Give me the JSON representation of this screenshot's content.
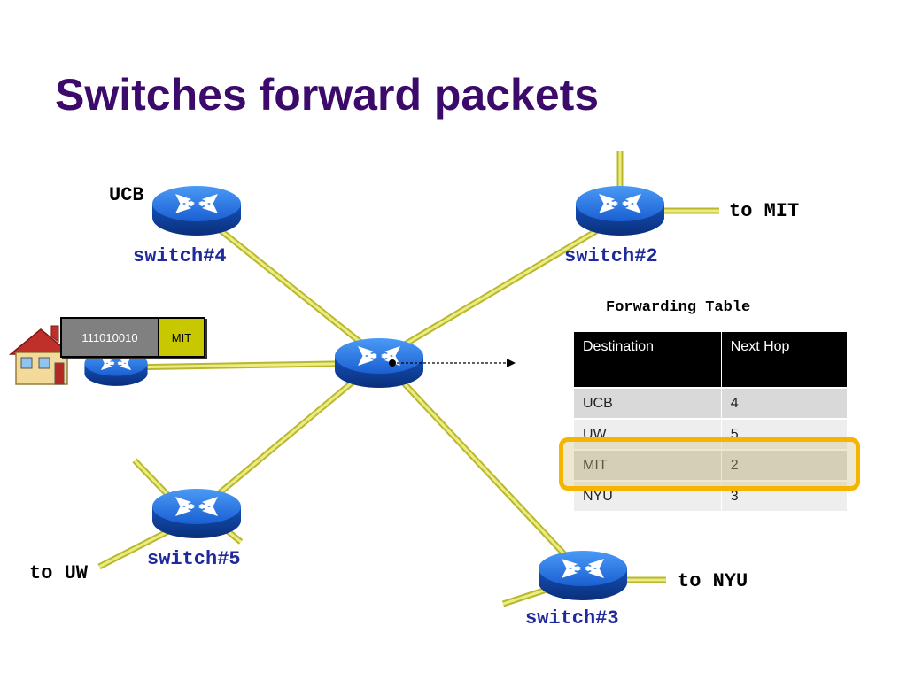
{
  "slide": {
    "title": "Switches forward packets"
  },
  "labels": {
    "ucb": "UCB",
    "to_mit": "to MIT",
    "to_uw": "to UW",
    "to_nyu": "to NYU",
    "switch4": "switch#4",
    "switch2": "switch#2",
    "switch5": "switch#5",
    "switch3": "switch#3"
  },
  "packet": {
    "header_bits": "111010010",
    "destination": "MIT"
  },
  "forwarding_table": {
    "title": "Forwarding Table",
    "columns": [
      "Destination",
      "Next Hop"
    ],
    "rows": [
      {
        "destination": "UCB",
        "next_hop": "4"
      },
      {
        "destination": "UW",
        "next_hop": "5"
      },
      {
        "destination": "MIT",
        "next_hop": "2"
      },
      {
        "destination": "NYU",
        "next_hop": "3"
      }
    ],
    "highlighted_row": "MIT"
  },
  "colors": {
    "title": "#3b0a6b",
    "switch_label": "#1f2a9c",
    "link": "#d8d84a",
    "router_body": "#1b5fd0",
    "highlight_border": "#f5b400"
  },
  "icons": {
    "router": "router-icon",
    "house": "house-icon",
    "arrow": "arrow-icon"
  }
}
